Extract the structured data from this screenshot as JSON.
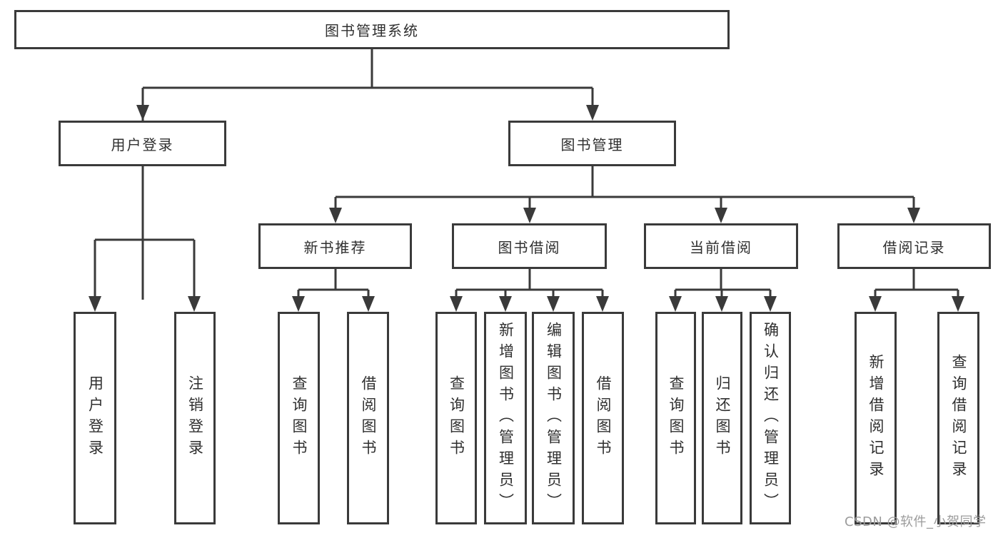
{
  "watermark": "CSDN @软件_小贺同学",
  "tree": {
    "label": "图书管理系统",
    "children": [
      {
        "label": "用户登录",
        "children": [
          {
            "label": "用户登录"
          },
          {
            "label": "注销登录"
          }
        ]
      },
      {
        "label": "图书管理",
        "children": [
          {
            "label": "新书推荐",
            "children": [
              {
                "label": "查询图书"
              },
              {
                "label": "借阅图书"
              }
            ]
          },
          {
            "label": "图书借阅",
            "children": [
              {
                "label": "查询图书"
              },
              {
                "label": "新增图书（管理员）"
              },
              {
                "label": "编辑图书（管理员）"
              },
              {
                "label": "借阅图书"
              }
            ]
          },
          {
            "label": "当前借阅",
            "children": [
              {
                "label": "查询图书"
              },
              {
                "label": "归还图书"
              },
              {
                "label": "确认归还（管理员）"
              }
            ]
          },
          {
            "label": "借阅记录",
            "children": [
              {
                "label": "新增借阅记录"
              },
              {
                "label": "查询借阅记录"
              }
            ]
          }
        ]
      }
    ]
  },
  "colors": {
    "line": "#3a3a3a",
    "text": "#2f2f2f",
    "watermark": "#9c9c9c",
    "background": "#ffffff"
  }
}
